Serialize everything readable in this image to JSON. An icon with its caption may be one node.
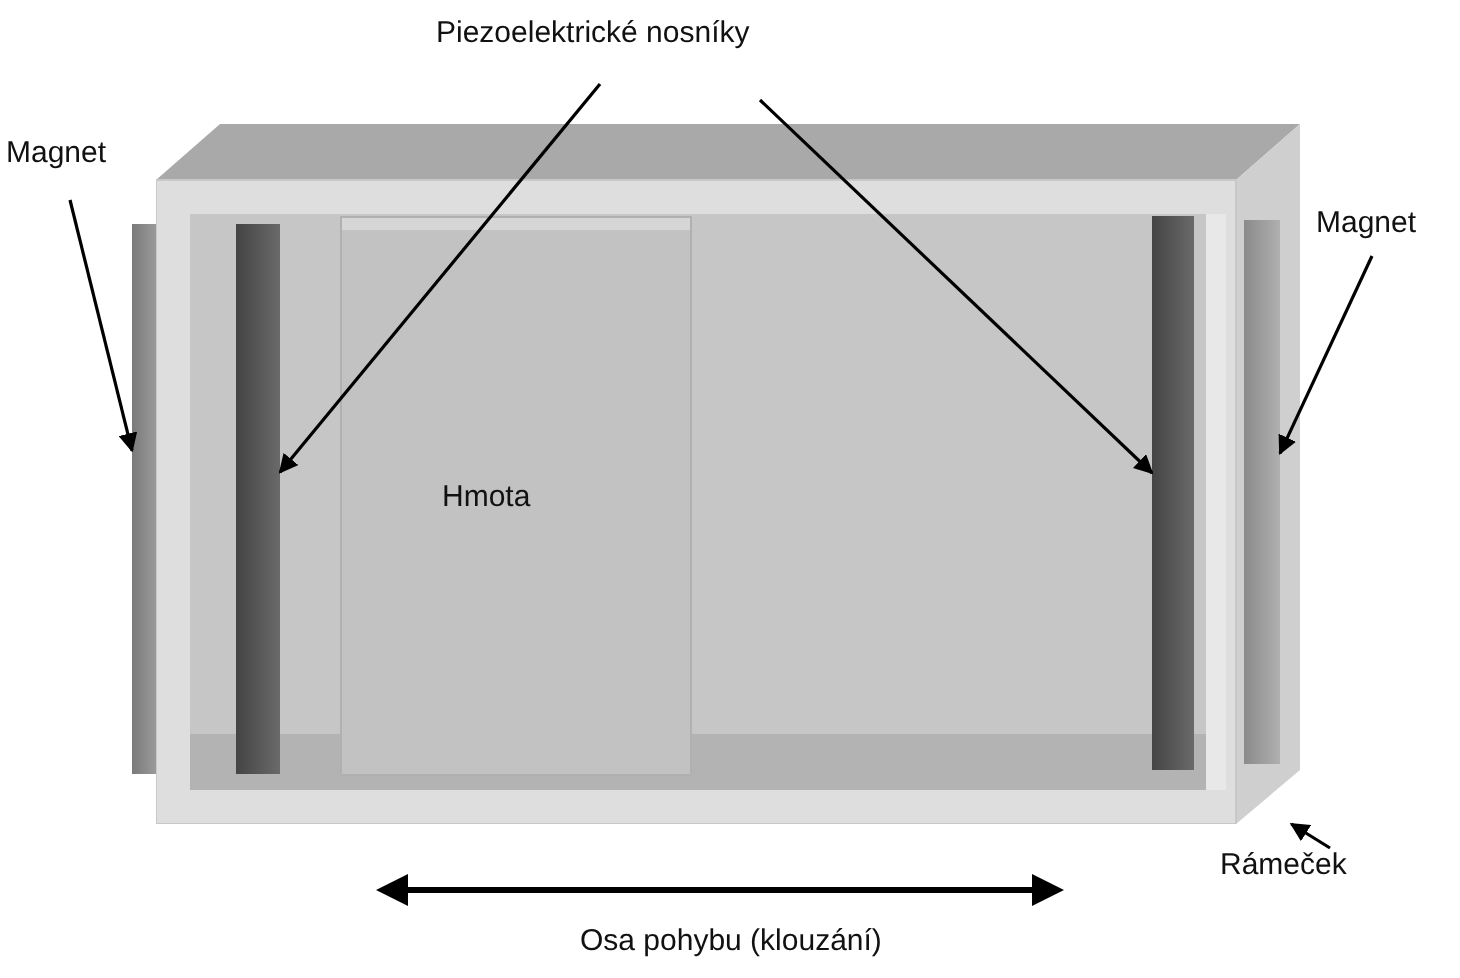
{
  "diagram": {
    "nodes": [
      {
        "text": [
          "Piezoelektrické nosníky"
        ]
      },
      {
        "text": [
          "Magnet"
        ]
      },
      {
        "text": [
          "Magnet"
        ]
      },
      {
        "text": [
          "Rámeček"
        ]
      },
      {
        "text": [],
        "shape": "box"
      },
      {
        "text": [],
        "shape": "bar"
      },
      {
        "text": [],
        "shape": "bar",
        "in": 4
      },
      {
        "text": [
          "Hmota"
        ],
        "in": 4
      },
      {
        "text": [],
        "shape": "bar",
        "in": 4
      },
      {
        "text": [],
        "shape": "bar"
      }
    ],
    "edges": [
      {
        "from": 0,
        "to": 6,
        "arrow": "to"
      },
      {
        "from": 0,
        "to": 8,
        "arrow": "to"
      },
      {
        "from": 1,
        "to": 5,
        "arrow": "to"
      },
      {
        "from": 2,
        "to": 9,
        "arrow": "to"
      },
      {
        "from": 3,
        "to": 4,
        "arrow": "to"
      }
    ],
    "labels": [
      "Osa pohybu (klouzání)"
    ]
  }
}
